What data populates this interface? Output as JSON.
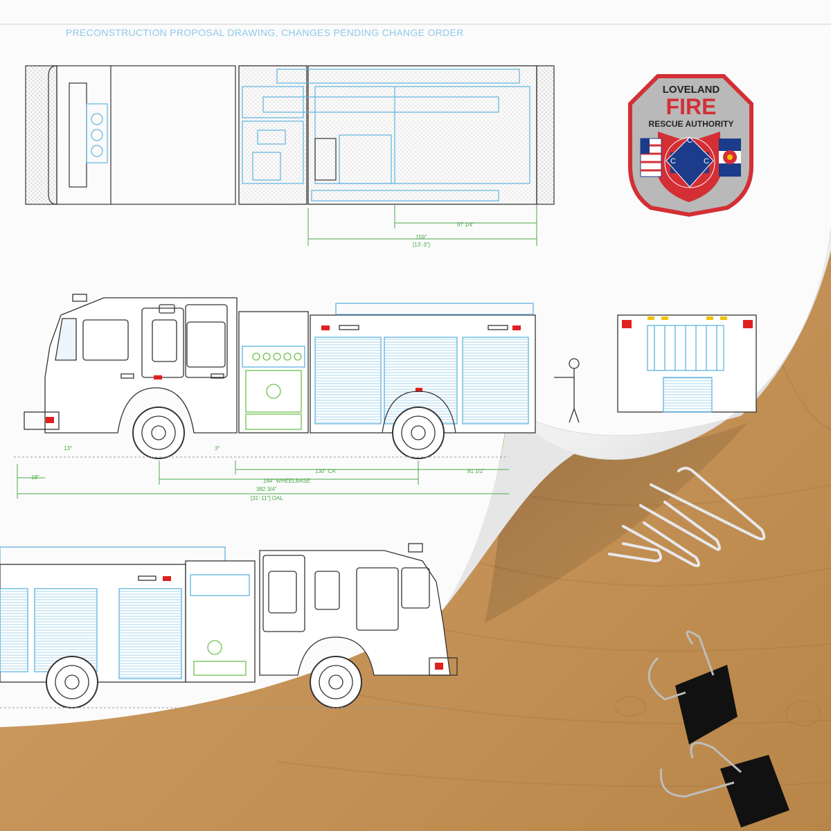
{
  "header": {
    "title": "PRECONSTRUCTION PROPOSAL DRAWING, CHANGES PENDING CHANGE ORDER"
  },
  "logo": {
    "line1": "LOVELAND",
    "line2": "FIRE",
    "line3": "RESCUE AUTHORITY",
    "letter": "C",
    "colors": {
      "border": "#d32f35",
      "plate": "#b9b9b9",
      "text_red": "#d32f35",
      "text_dark": "#222222"
    }
  },
  "top_view": {
    "dim_short": "97 1/4\"",
    "dim_long": "159\"",
    "dim_long_ft": "[13'-3\"]"
  },
  "side_view": {
    "angle_front": "13°",
    "angle_mid": "3°",
    "overhang_front": "18\"",
    "ca": "130\" CA",
    "rear_overhang": "81 1/2\"",
    "wheelbase": "184\" WHEELBASE",
    "oal": "382 3/4\"",
    "oal_ft": "[31'-11\"] OAL"
  },
  "colors": {
    "paper": "#fbfbfb",
    "wood": "#c99a5e",
    "line_dark": "#333333",
    "line_blue": "#5fb3e0",
    "line_green": "#6cc04a",
    "dim_green": "#4aa84a",
    "marker_red": "#e02020"
  }
}
